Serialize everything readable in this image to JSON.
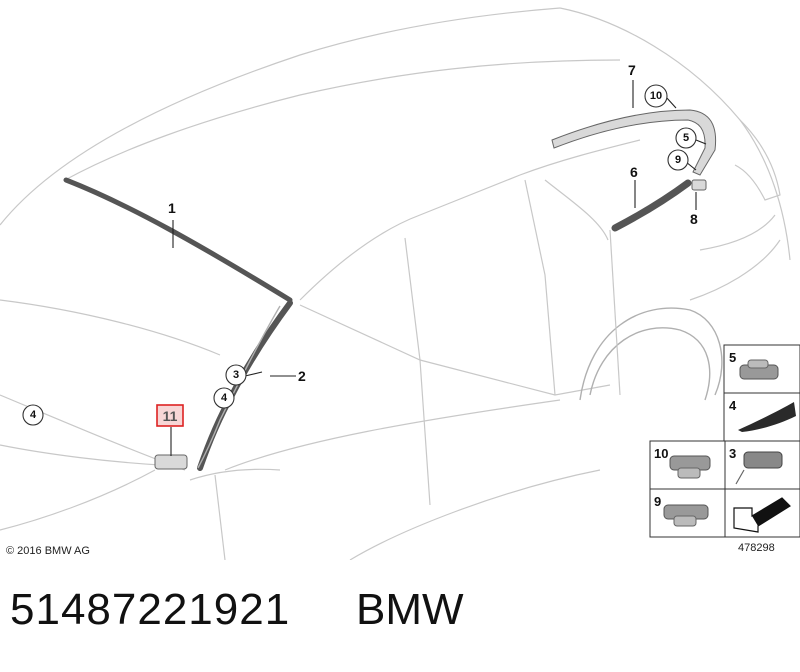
{
  "callouts": {
    "c1": "1",
    "c2": "2",
    "c3": "3",
    "c4a": "4",
    "c4b": "4",
    "c5": "5",
    "c6": "6",
    "c7": "7",
    "c8": "8",
    "c9": "9",
    "c10": "10",
    "c11": "11"
  },
  "legend": {
    "p5": "5",
    "p4": "4",
    "p10": "10",
    "p3": "3",
    "p9": "9"
  },
  "copyright": "© 2016 BMW AG",
  "diagram_id": "478298",
  "footer": {
    "part_number": "51487221921",
    "brand": "BMW"
  },
  "colors": {
    "highlight": "#dd2222",
    "part": "#555555",
    "outline": "#c8c8c8"
  }
}
